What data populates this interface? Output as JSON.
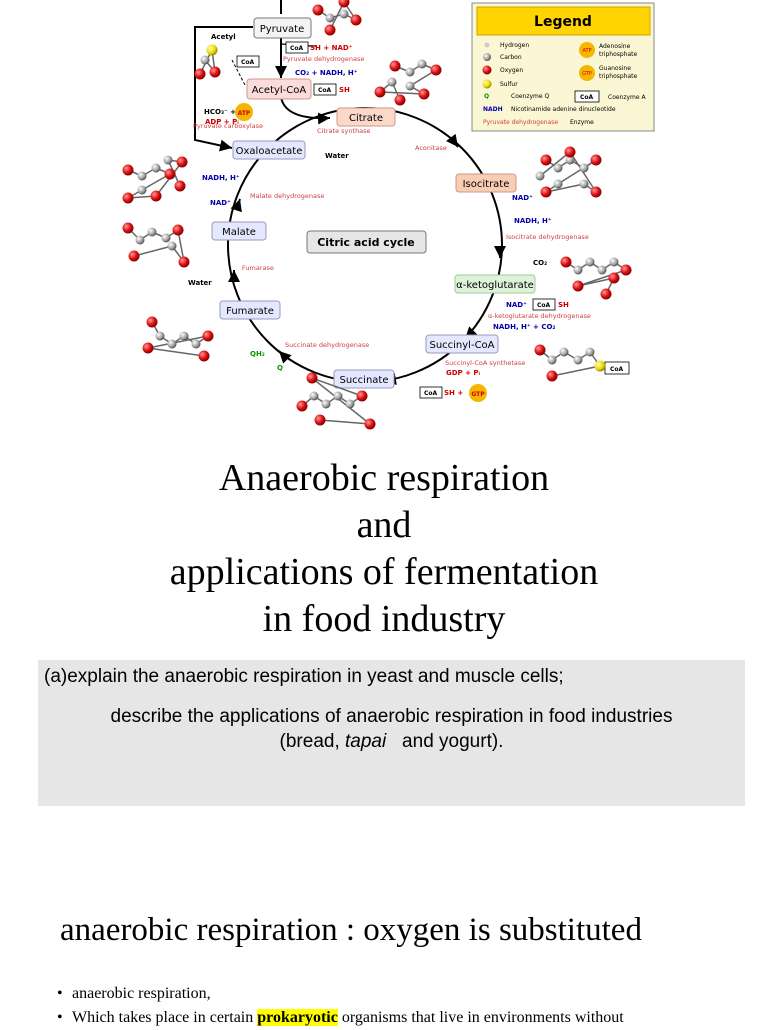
{
  "diagram": {
    "center_label": "Citric acid cycle",
    "intermediates": {
      "pyruvate": "Pyruvate",
      "acetyl_coa": "Acetyl-CoA",
      "citrate": "Citrate",
      "isocitrate": "Isocitrate",
      "alpha_ketoglutarate": "α-ketoglutarate",
      "succinyl_coa": "Succinyl-CoA",
      "succinate": "Succinate",
      "fumarate": "Fumarate",
      "malate": "Malate",
      "oxaloacetate": "Oxaloacetate"
    },
    "enzymes": {
      "pyruvate_dehydrogenase": "Pyruvate dehydrogenase",
      "pyruvate_carboxylase": "Pyruvate carboxylase",
      "citrate_synthase": "Citrate synthase",
      "aconitase": "Aconitase",
      "isocitrate_dehydrogenase": "Isocitrate dehydrogenase",
      "akg_dehydrogenase": "α-ketoglutarate dehydrogenase",
      "succinyl_coa_synthetase": "Succinyl-CoA synthetase",
      "succinate_dehydrogenase": "Succinate dehydrogenase",
      "fumarase": "Fumarase",
      "malate_dehydrogenase": "Malate dehydrogenase"
    },
    "cofactors": {
      "acetyl": "Acetyl",
      "coa": "CoA",
      "sh": "SH",
      "coa_sh_nad": "SH + NAD⁺",
      "co2_nadh": "CO₂ + NADH, H⁺",
      "hco3": "HCO₃⁻ +",
      "atp": "ATP",
      "adp_pi": "ADP + Pᵢ",
      "water": "Water",
      "nadh_h": "NADH, H⁺",
      "nad": "NAD⁺",
      "co2": "CO₂",
      "nadh_co2": "NADH, H⁺ + CO₂",
      "gdp_pi": "GDP + Pᵢ",
      "gtp": "GTP",
      "sh_plus": "SH +",
      "qh2": "QH₂",
      "q": "Q"
    },
    "legend": {
      "title": "Legend",
      "hydrogen": "Hydrogen",
      "carbon": "Carbon",
      "oxygen": "Oxygen",
      "sulfur": "Sulfur",
      "coenzyme_q_sym": "Q",
      "coenzyme_q": "Coenzyme Q",
      "nadh_sym": "NADH",
      "nadh": "Nicotinamide adenine dinucleotide",
      "atp_sym": "ATP",
      "atp_1": "Adenosine",
      "atp_2": "triphosphate",
      "gtp_sym": "GTP",
      "gtp_1": "Guanosine",
      "gtp_2": "triphosphate",
      "coa_sym": "CoA",
      "coa": "Coenzyme A",
      "enzyme_example": "Pyruvate dehydrogenase",
      "enzyme": "Enzyme"
    }
  },
  "title": {
    "line1": "Anaerobic respiration",
    "line2": "and",
    "line3": "applications of fermentation",
    "line4": "in food industry"
  },
  "objectives": {
    "line1": "(a)explain the anaerobic respiration in yeast and muscle cells;",
    "line2": "describe the applications of anaerobic respiration in food industries",
    "line3_pre": "(bread, ",
    "line3_italic": "tapai",
    "line3_post": "   and yogurt)."
  },
  "section": {
    "heading": "anaerobic respiration : oxygen is substituted",
    "bullet1": "anaerobic respiration,",
    "bullet2_pre": "Which takes place in certain ",
    "bullet2_highlight": "prokaryotic",
    "bullet2_post": " organisms that live in environments without"
  }
}
